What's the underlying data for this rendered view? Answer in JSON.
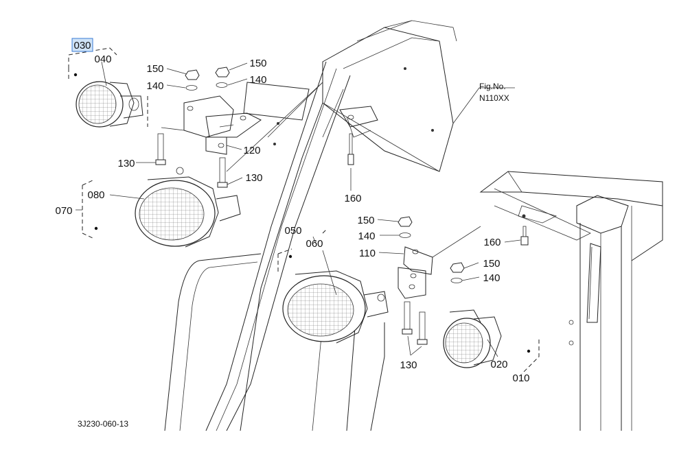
{
  "diagram": {
    "figure_label": "Fig.No.",
    "figure_number": "N110XX",
    "drawing_code": "3J230-060-13",
    "selected_callout": "030",
    "callouts": {
      "c030": "030",
      "c040": "040",
      "c150a": "150",
      "c150b": "150",
      "c140a": "140",
      "c140b": "140",
      "c120": "120",
      "c130a": "130",
      "c130b": "130",
      "c070": "070",
      "c080": "080",
      "c160a": "160",
      "c050": "050",
      "c060": "060",
      "c150c": "150",
      "c140c": "140",
      "c110": "110",
      "c160b": "160",
      "c150d": "150",
      "c140d": "140",
      "c130c": "130",
      "c020": "020",
      "c010": "010"
    }
  }
}
